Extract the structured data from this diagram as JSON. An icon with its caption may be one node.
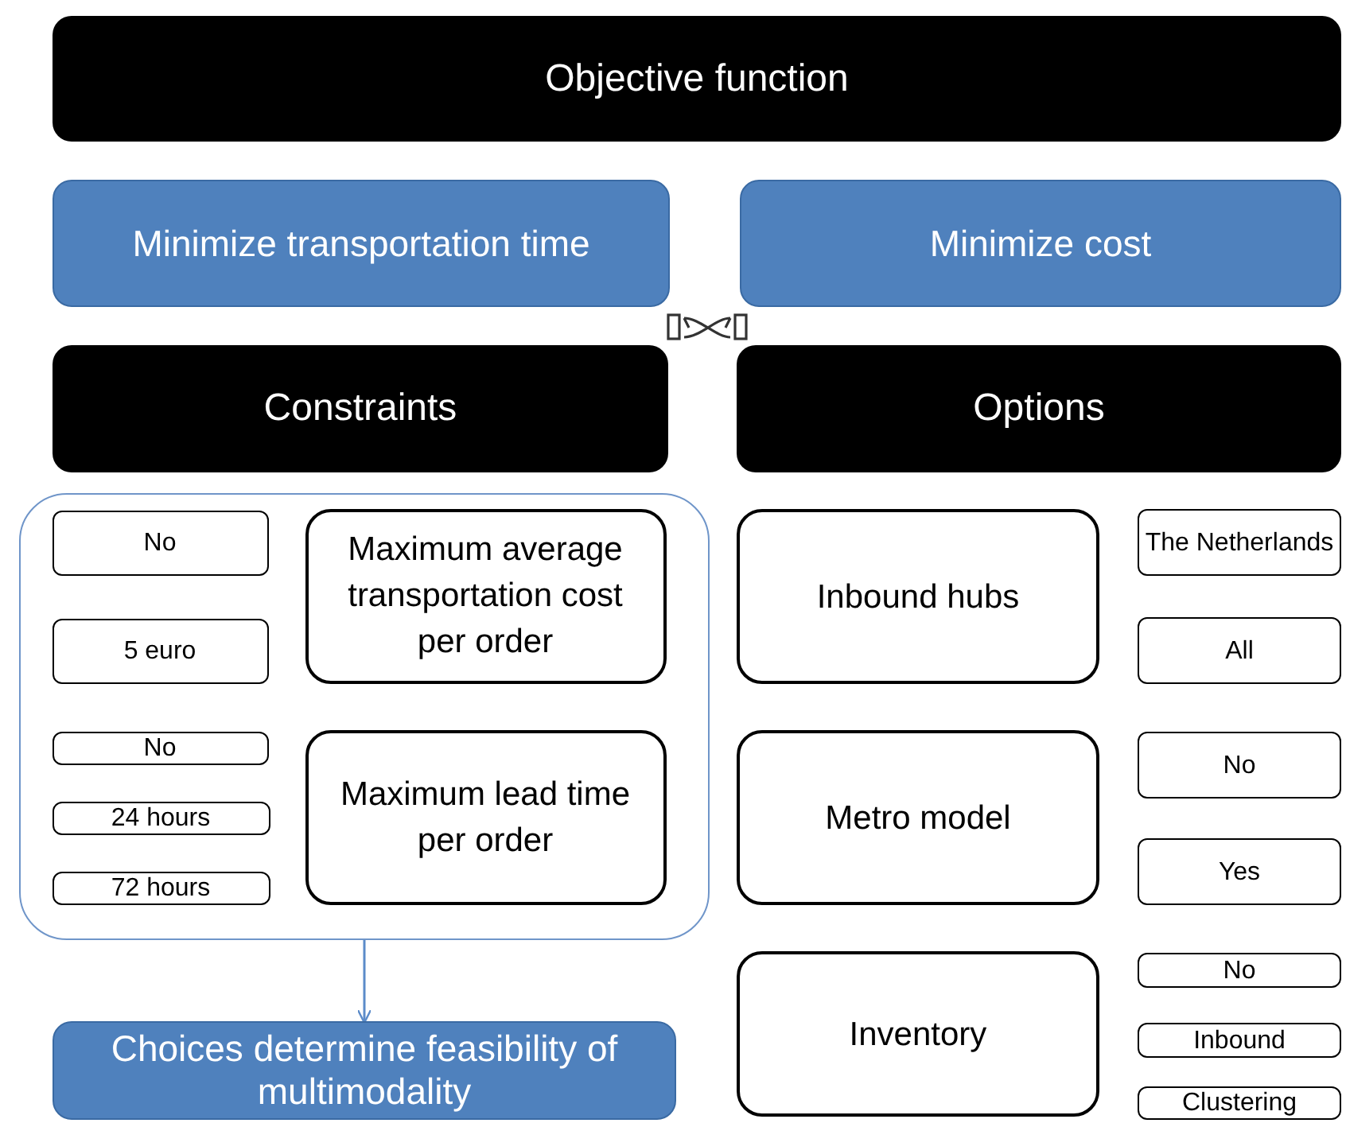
{
  "diagram": {
    "nodes": [
      {
        "text": [
          "Objective function"
        ]
      },
      {
        "text": [
          "Minimize transportation time"
        ]
      },
      {
        "text": [
          "Minimize cost"
        ]
      },
      {
        "text": [
          "Constraints"
        ]
      },
      {
        "text": [
          "Options"
        ]
      },
      {
        "text": [],
        "shape": "box"
      },
      {
        "text": [
          "No"
        ],
        "in": 5
      },
      {
        "text": [
          "Maximum average transportation cost per order"
        ],
        "in": 5
      },
      {
        "text": [
          "5 euro"
        ],
        "in": 5
      },
      {
        "text": [
          "No"
        ],
        "in": 5
      },
      {
        "text": [
          "Maximum lead time per order"
        ],
        "in": 5
      },
      {
        "text": [
          "24 hours"
        ],
        "in": 5
      },
      {
        "text": [
          "72 hours"
        ],
        "in": 5
      },
      {
        "text": [
          "Inbound hubs"
        ]
      },
      {
        "text": [
          "The Netherlands"
        ]
      },
      {
        "text": [
          "All"
        ]
      },
      {
        "text": [
          "Metro model"
        ]
      },
      {
        "text": [
          "No"
        ]
      },
      {
        "text": [
          "Yes"
        ]
      },
      {
        "text": [
          "No"
        ]
      },
      {
        "text": [
          "Inventory"
        ]
      },
      {
        "text": [
          "Inbound"
        ]
      },
      {
        "text": [
          "Clustering"
        ]
      },
      {
        "text": [
          "Choices determine feasibility of multimodality"
        ]
      }
    ],
    "edges": [
      {
        "from": 5,
        "to": 23,
        "arrow": "to"
      }
    ]
  }
}
